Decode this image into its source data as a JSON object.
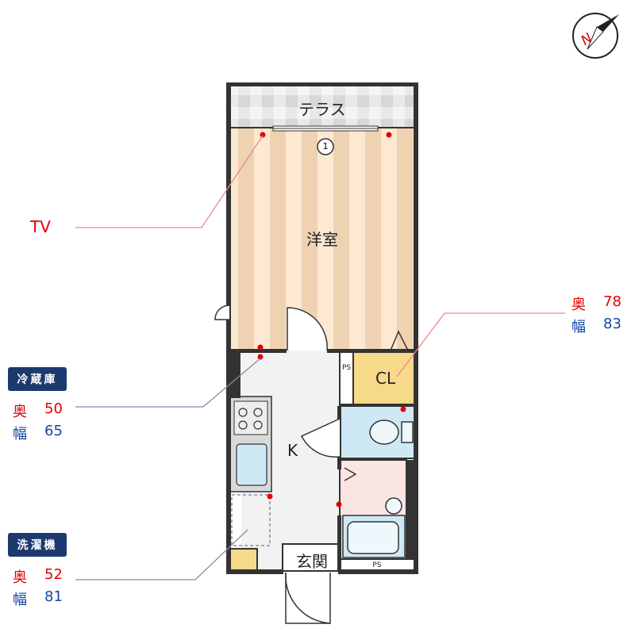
{
  "rooms": {
    "terrace": "テラス",
    "western_room": "洋室",
    "closet": "CL",
    "kitchen": "K",
    "entrance": "玄関",
    "pipe_space": "PS"
  },
  "markers": {
    "window_number": "1"
  },
  "tv": {
    "label": "TV"
  },
  "closet_dims": {
    "depth_label": "奥",
    "depth_value": "78",
    "width_label": "幅",
    "width_value": "83"
  },
  "fridge": {
    "title": "冷蔵庫",
    "depth_label": "奥",
    "depth_value": "50",
    "width_label": "幅",
    "width_value": "65"
  },
  "washer": {
    "title": "洗濯機",
    "depth_label": "奥",
    "depth_value": "52",
    "width_label": "幅",
    "width_value": "81"
  },
  "compass": {
    "label": "N"
  },
  "colors": {
    "wall": "#333333",
    "floor_wood_light": "#fbe9d2",
    "floor_wood_dark": "#efd2b0",
    "closet_fill": "#f7d98a",
    "bath_fill": "#cfe9f4",
    "kitchen_floor": "#f2f2f2",
    "leader_red": "#e10000",
    "leader_blue": "#1446a0",
    "tag_navy": "#1c3a6e"
  }
}
